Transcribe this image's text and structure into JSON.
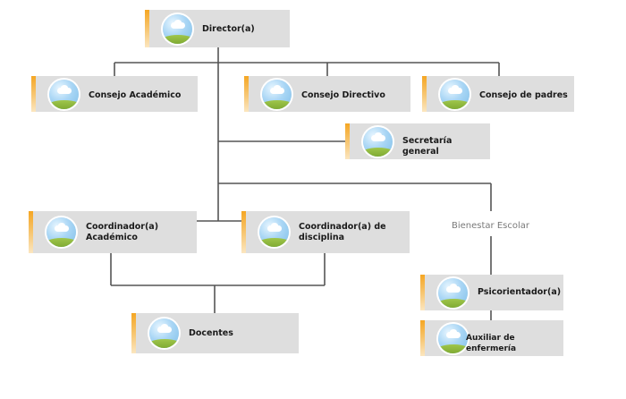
{
  "nodes": {
    "director": "Director(a)",
    "consejo_academico": "Consejo Académico",
    "consejo_directivo": "Consejo Directivo",
    "consejo_padres": "Consejo de padres",
    "secretaria": "Secretaría general",
    "coord_academico": "Coordinador(a) Académico",
    "coord_disciplina": "Coordinador(a) de disciplina",
    "docentes": "Docentes",
    "psicorientador": "Psicorientador(a)",
    "auxiliar": "Auxiliar de enfermería"
  },
  "bienestar_label": "Bienestar Escolar",
  "icon": "landscape-photo-icon",
  "colors": {
    "node_bg": "#dedede",
    "accent": "#f5a623",
    "line": "#555555"
  }
}
